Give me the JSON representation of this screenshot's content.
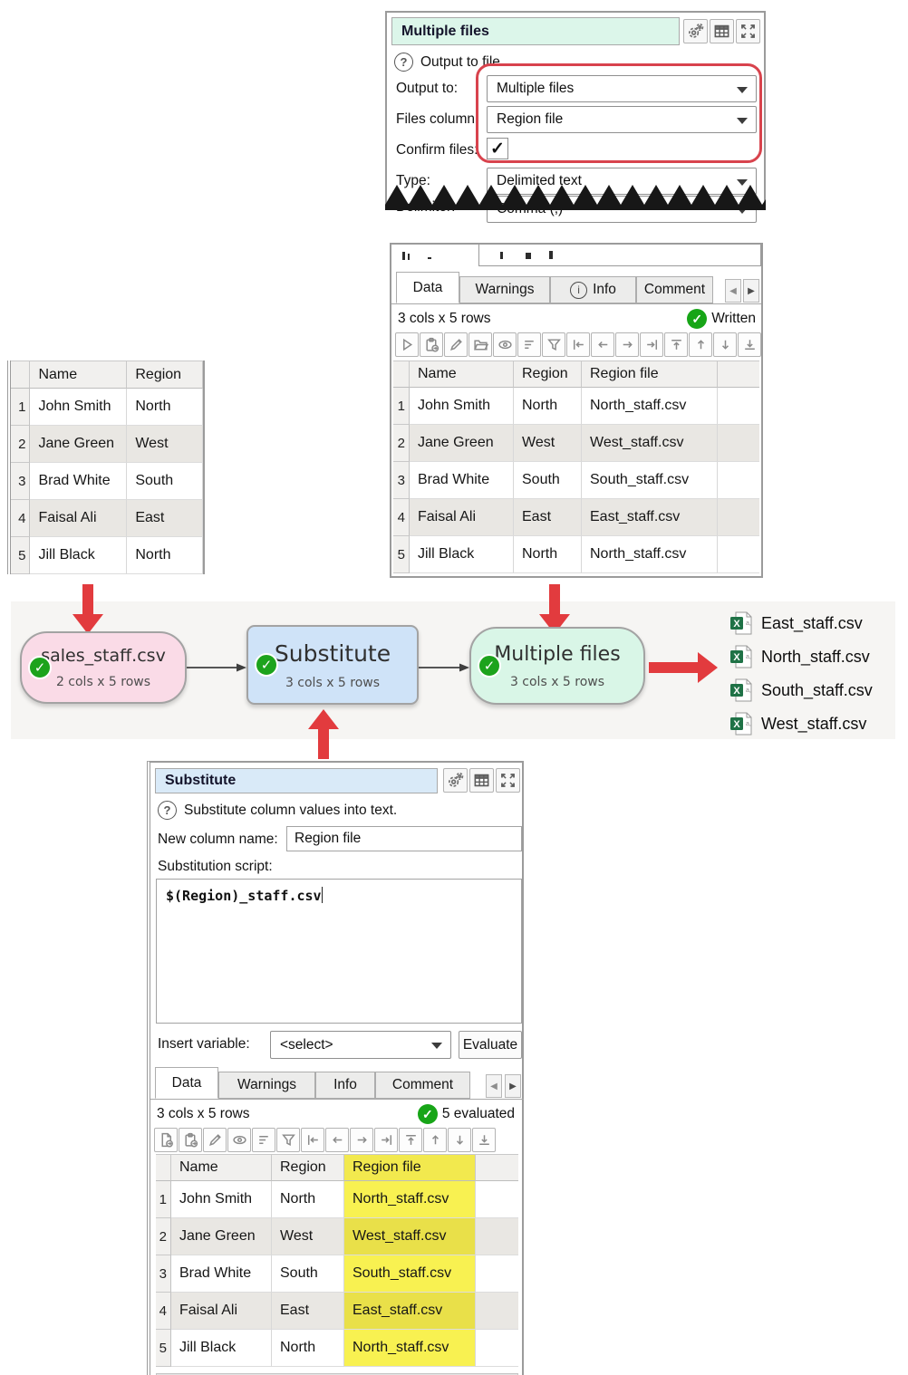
{
  "icons": {
    "check": "✓",
    "question": "?",
    "info_glyph": "i",
    "tab_scroll_left": "◀",
    "tab_scroll_right": "▶"
  },
  "colors": {
    "accent_red": "#e23b3e",
    "annotation_red": "#d8434d",
    "node_pink": "#fadbe7",
    "node_blue": "#cfe3f8",
    "node_green": "#d9f6e7",
    "titlebar_green": "#dcf6ea",
    "titlebar_blue": "#d9eaf8",
    "highlight_yellow": "#f8f151",
    "ok_green": "#17a517"
  },
  "output_panel": {
    "title": "Multiple files",
    "help_text": "Output to file.",
    "fields": [
      {
        "label": "Output to:",
        "value": "Multiple files"
      },
      {
        "label": "Files column:",
        "value": "Region file"
      },
      {
        "label": "Confirm files:",
        "value": ""
      },
      {
        "label": "Type:",
        "value": "Delimited text"
      },
      {
        "label": "Delimiter:",
        "value": "Comma (,)"
      }
    ]
  },
  "source_table": {
    "headers": [
      "Name",
      "Region"
    ],
    "rows": [
      [
        "1",
        "John Smith",
        "North"
      ],
      [
        "2",
        "Jane Green",
        "West"
      ],
      [
        "3",
        "Brad White",
        "South"
      ],
      [
        "4",
        "Faisal Ali",
        "East"
      ],
      [
        "5",
        "Jill Black",
        "North"
      ]
    ]
  },
  "written_panel": {
    "tabs": [
      "Data",
      "Warnings",
      "Info",
      "Comment"
    ],
    "selected_tab": "Data",
    "status": "3 cols x 5 rows",
    "badge_label": "Written",
    "toolbar": [
      "play",
      "paste",
      "edit",
      "open",
      "view",
      "sort",
      "filter",
      "first-column",
      "previous-column",
      "next-column",
      "last-column",
      "first-row",
      "previous-row",
      "next-row",
      "last-row"
    ],
    "table": {
      "headers": [
        "Name",
        "Region",
        "Region file"
      ],
      "rows": [
        [
          "1",
          "John Smith",
          "North",
          "North_staff.csv"
        ],
        [
          "2",
          "Jane Green",
          "West",
          "West_staff.csv"
        ],
        [
          "3",
          "Brad White",
          "South",
          "South_staff.csv"
        ],
        [
          "4",
          "Faisal Ali",
          "East",
          "East_staff.csv"
        ],
        [
          "5",
          "Jill Black",
          "North",
          "North_staff.csv"
        ]
      ]
    }
  },
  "flow": {
    "nodes": [
      {
        "name": "sales_staff.csv",
        "sub": "2 cols x 5 rows"
      },
      {
        "name": "Substitute",
        "sub": "3 cols x 5 rows"
      },
      {
        "name": "Multiple files",
        "sub": "3 cols x 5 rows"
      }
    ],
    "output_files": [
      "East_staff.csv",
      "North_staff.csv",
      "South_staff.csv",
      "West_staff.csv"
    ]
  },
  "substitute_panel": {
    "title": "Substitute",
    "help_text": "Substitute column values into text.",
    "new_column_label": "New column name:",
    "new_column_value": "Region file",
    "script_label": "Substitution script:",
    "script_value": "$(Region)_staff.csv",
    "insert_variable_label": "Insert variable:",
    "insert_variable_value": "<select>",
    "evaluate_label": "Evaluate",
    "tabs": [
      "Data",
      "Warnings",
      "Info",
      "Comment"
    ],
    "selected_tab": "Data",
    "status": "3 cols x 5 rows",
    "badge_label": "5 evaluated",
    "toolbar": [
      "new",
      "paste",
      "edit",
      "view",
      "sort",
      "filter",
      "first-column",
      "previous-column",
      "next-column",
      "last-column",
      "first-row",
      "previous-row",
      "next-row",
      "last-row"
    ],
    "table": {
      "headers": [
        "Name",
        "Region",
        "Region file"
      ],
      "rows": [
        [
          "1",
          "John Smith",
          "North",
          "North_staff.csv"
        ],
        [
          "2",
          "Jane Green",
          "West",
          "West_staff.csv"
        ],
        [
          "3",
          "Brad White",
          "South",
          "South_staff.csv"
        ],
        [
          "4",
          "Faisal Ali",
          "East",
          "East_staff.csv"
        ],
        [
          "5",
          "Jill Black",
          "North",
          "North_staff.csv"
        ]
      ]
    }
  }
}
